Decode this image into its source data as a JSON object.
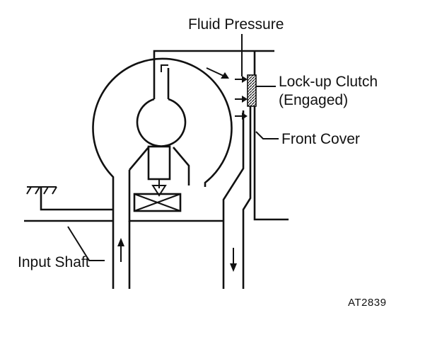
{
  "labels": {
    "fluid_pressure": "Fluid Pressure",
    "lockup_clutch_line1": "Lock-up Clutch",
    "lockup_clutch_line2": "(Engaged)",
    "front_cover": "Front Cover",
    "input_shaft": "Input Shaft",
    "figure_code": "AT2839"
  }
}
